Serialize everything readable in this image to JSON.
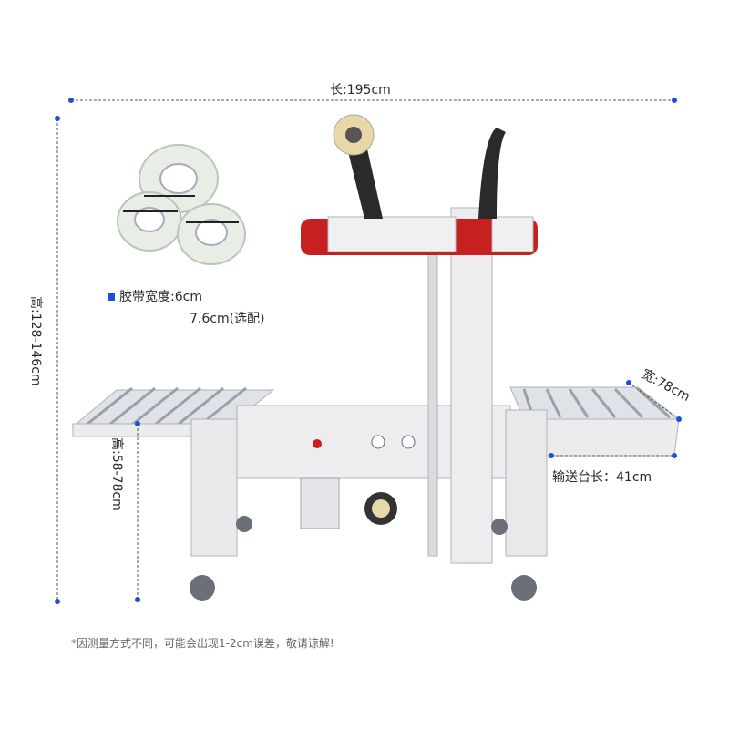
{
  "dimensions": {
    "length": "长:195cm",
    "height_total": "高:128-146cm",
    "height_conveyor": "高:58-78cm",
    "width": "宽:78cm",
    "conveyor_length": "输送台长：41cm"
  },
  "tape": {
    "width_label": "胶带宽度:6cm",
    "width_option": "7.6cm(选配)"
  },
  "disclaimer": "*因测量方式不同，可能会出现1-2cm误差，敬请谅解!",
  "colors": {
    "accent": "#1a4fd8",
    "machine": "#e9e9ec",
    "red": "#c62020",
    "roller": "#c8ccd2"
  }
}
